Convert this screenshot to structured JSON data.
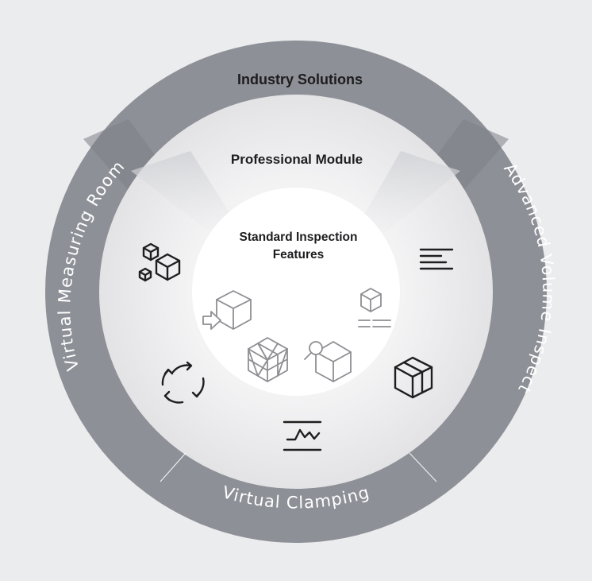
{
  "diagram": {
    "outer_ring": {
      "label": "Industry Solutions",
      "segments": [
        {
          "id": "vmr",
          "label": "Virtual Measuring Room"
        },
        {
          "id": "avi",
          "label": "Advanced Volume Inspect"
        },
        {
          "id": "vc",
          "label": "Virtual Clamping"
        }
      ]
    },
    "middle_ring": {
      "label": "Professional Module"
    },
    "center": {
      "label_line1": "Standard Inspection",
      "label_line2": "Features"
    },
    "professional_icons": [
      "cubes-cluster-icon",
      "text-lines-icon",
      "cycle-arrows-icon",
      "box-3d-icon",
      "signal-chart-icon"
    ],
    "standard_icons": [
      "cube-import-icon",
      "cube-report-icon",
      "mesh-cube-icon",
      "cube-magnifier-icon"
    ],
    "colors": {
      "background": "#ebecee",
      "outer_ring": "#8e9097",
      "middle_ring": "#ececee",
      "center": "#ffffff",
      "text_dark": "#1d1d1f",
      "text_light": "#ffffff",
      "icon_grey": "#8e8e93"
    }
  }
}
